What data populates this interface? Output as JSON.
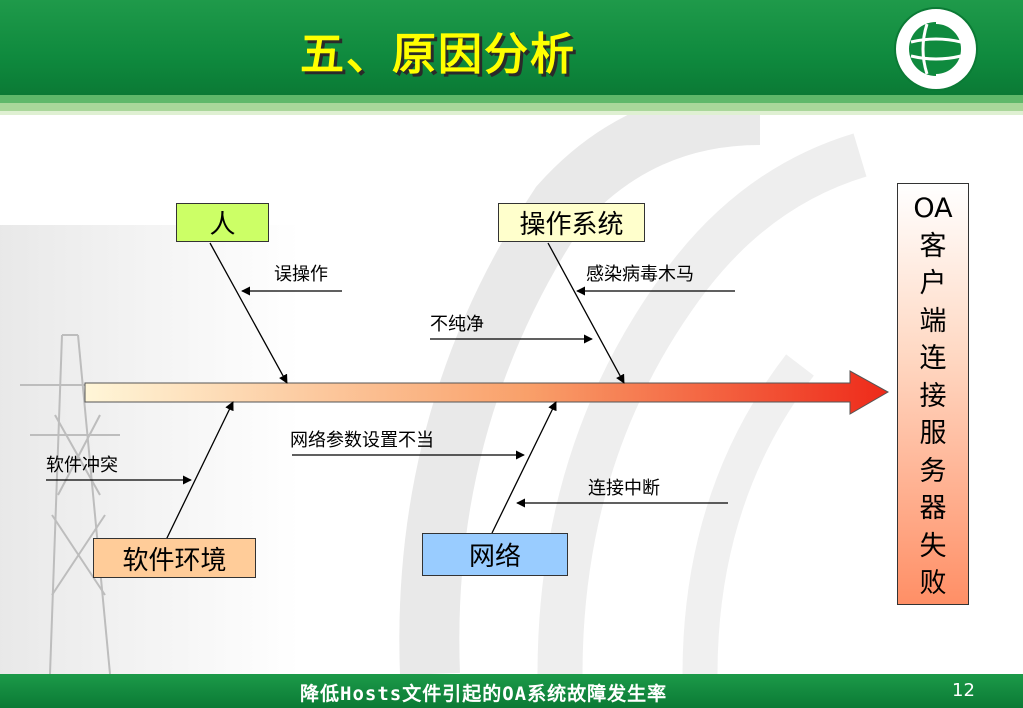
{
  "slide": {
    "title": "五、原因分析",
    "footer": "降低Hosts文件引起的OA系统故障发生率",
    "page_number": "12"
  },
  "diagram": {
    "effect": "OA客户端连接服务器失败",
    "categories": {
      "people": "人",
      "os": "操作系统",
      "software": "软件环境",
      "network": "网络"
    },
    "causes": {
      "misoperation": "误操作",
      "virus": "感染病毒木马",
      "unclean": "不纯净",
      "conflict": "软件冲突",
      "param": "网络参数设置不当",
      "disconnect": "连接中断"
    },
    "colors": {
      "people_box": "#ccff66",
      "os_box": "#ffffcc",
      "software_box": "#ffcc99",
      "network_box": "#99ccff",
      "spine_start": "#fff6d8",
      "spine_end": "#ee2a1a",
      "header_green": "#0f8a3e",
      "title_yellow": "#ffff00"
    }
  }
}
